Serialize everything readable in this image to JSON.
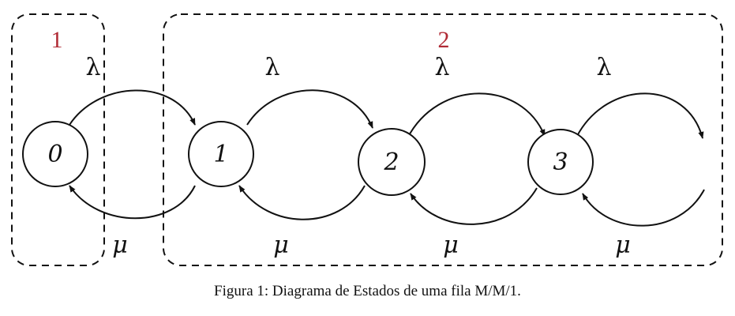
{
  "groups": [
    {
      "label": "1"
    },
    {
      "label": "2"
    }
  ],
  "states": [
    {
      "label": "0"
    },
    {
      "label": "1"
    },
    {
      "label": "2"
    },
    {
      "label": "3"
    }
  ],
  "arrival_rate": "λ",
  "service_rate": "μ",
  "caption": "Figura 1: Diagrama de Estados de uma fila M/M/1.",
  "colors": {
    "group_label": "#b02a35",
    "line": "#111111"
  }
}
